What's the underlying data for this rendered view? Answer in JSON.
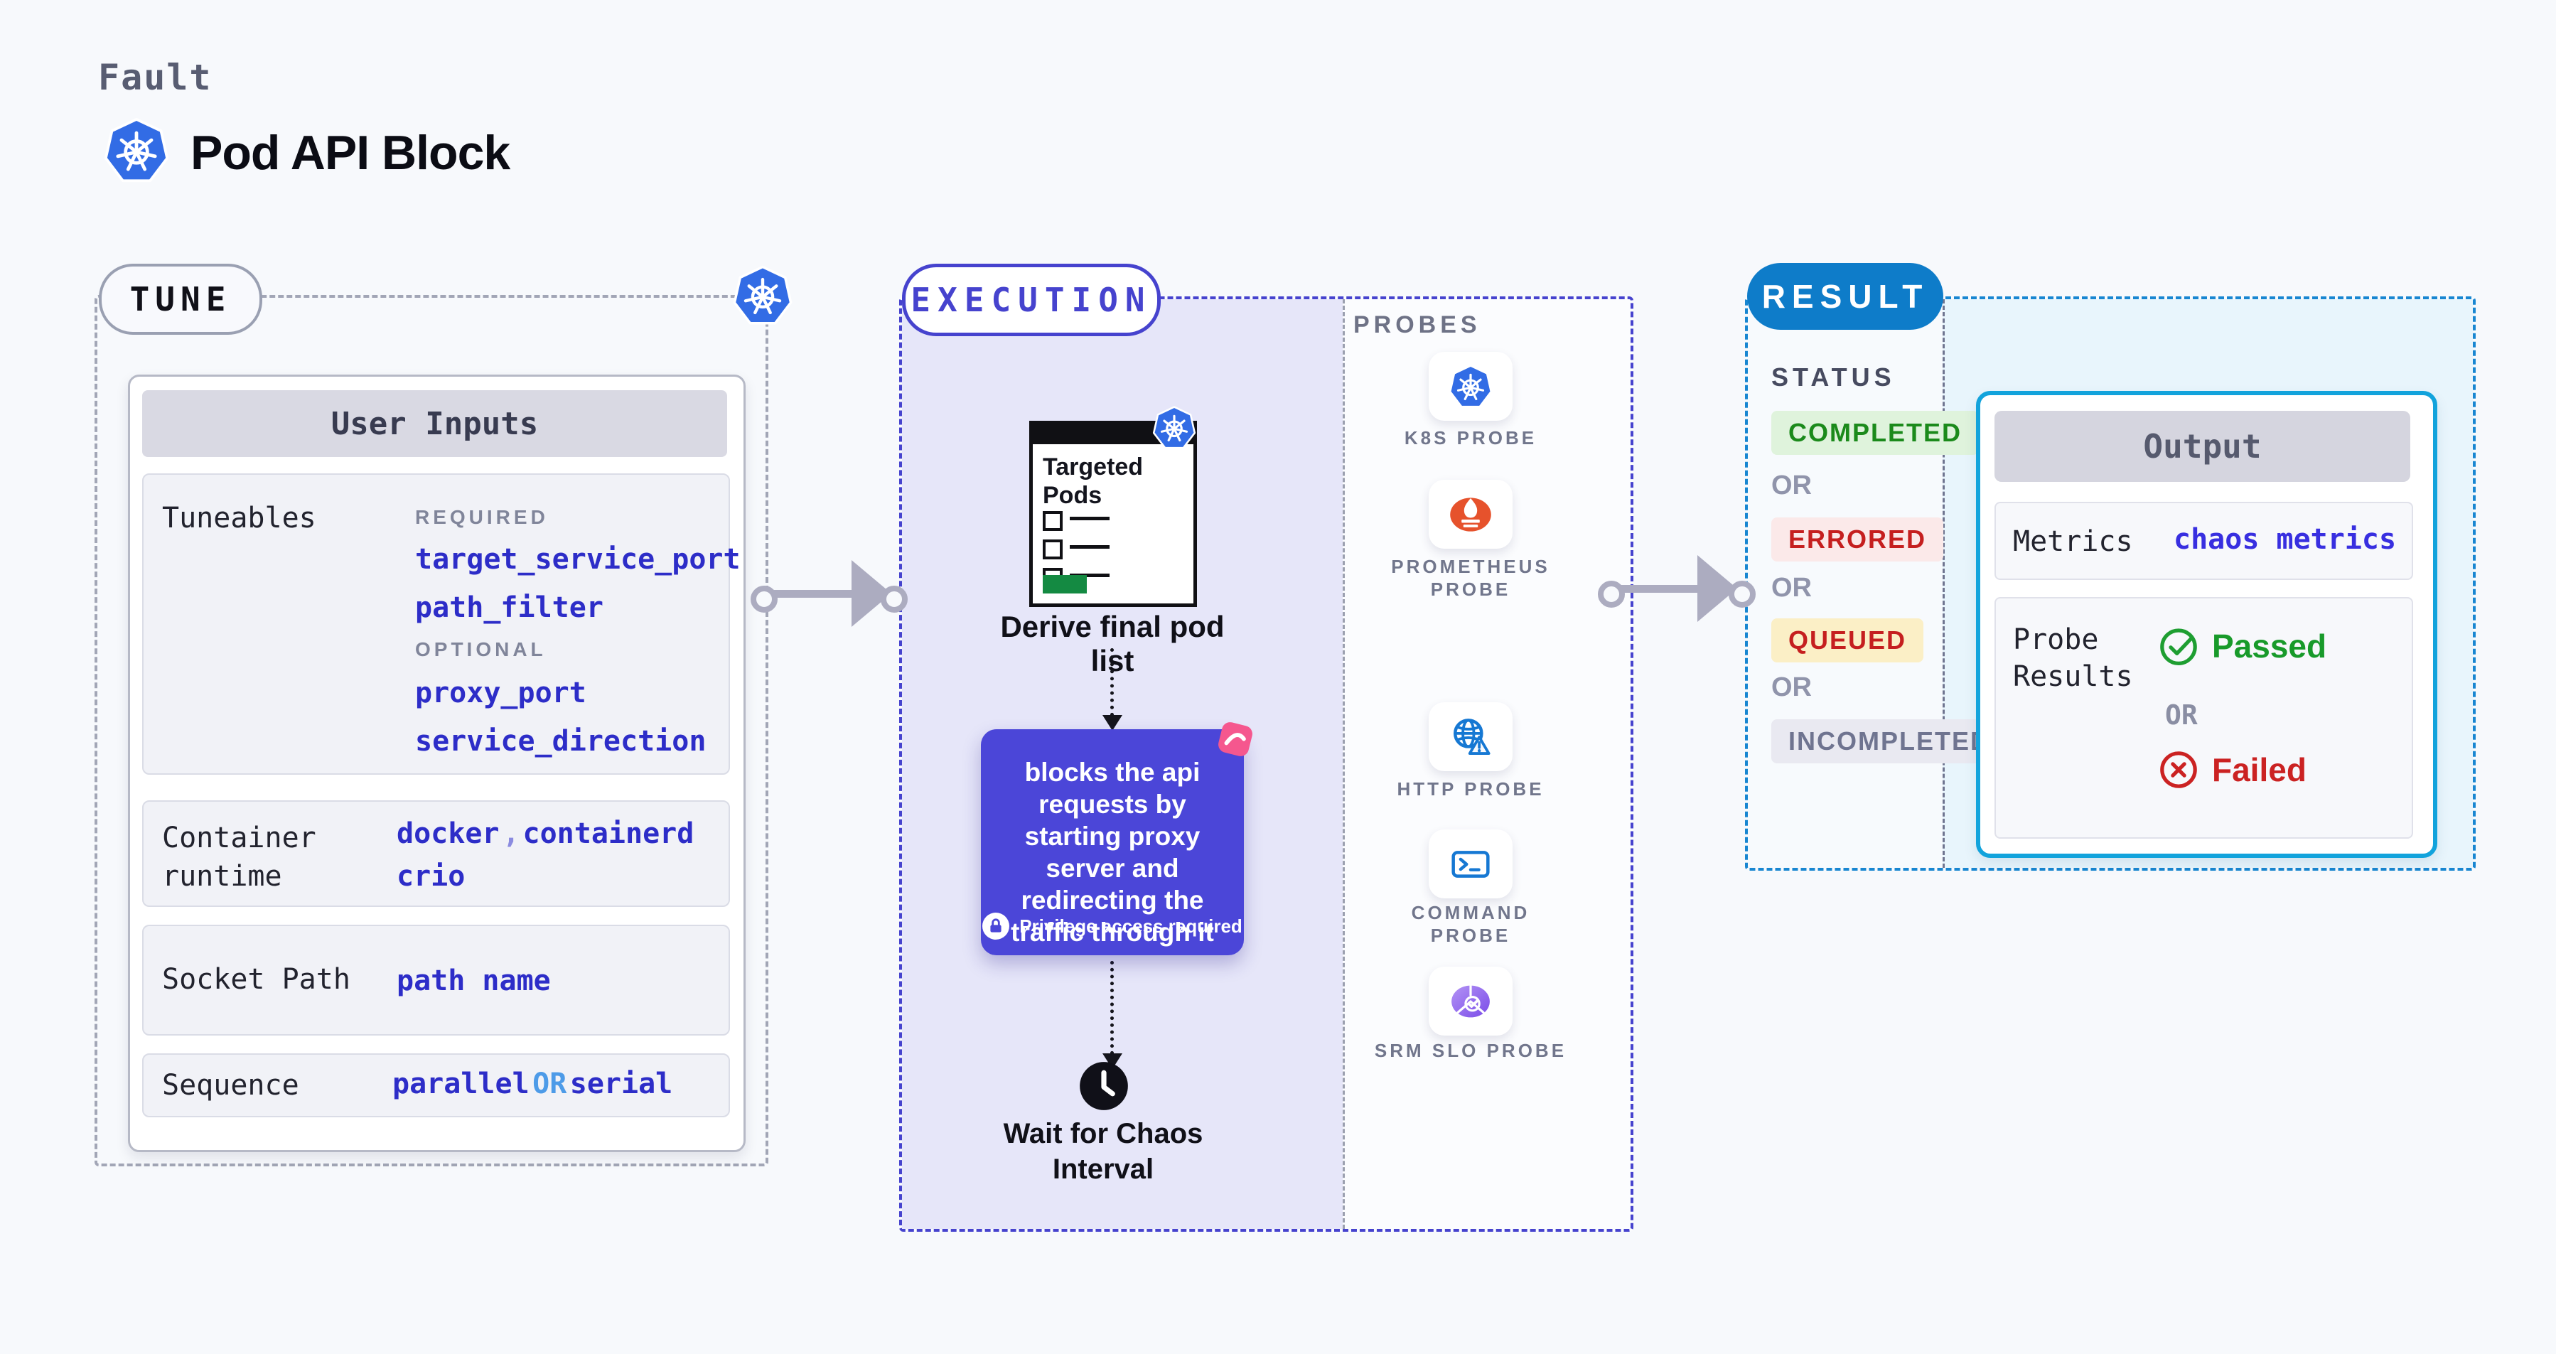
{
  "header": {
    "eyebrow": "Fault",
    "title": "Pod API Block"
  },
  "tune": {
    "pill": "TUNE",
    "panel_title": "User Inputs",
    "tuneables": {
      "label": "Tuneables",
      "required_label": "REQUIRED",
      "required": [
        "target_service_port",
        "path_filter"
      ],
      "optional_label": "OPTIONAL",
      "optional": [
        "proxy_port",
        "service_direction"
      ]
    },
    "container_runtime": {
      "label": "Container runtime",
      "values": [
        "docker",
        "containerd",
        "crio"
      ],
      "separator": ","
    },
    "socket_path": {
      "label": "Socket Path",
      "value": "path name"
    },
    "sequence": {
      "label": "Sequence",
      "value1": "parallel",
      "or": "OR",
      "value2": "serial"
    }
  },
  "execution": {
    "pill": "EXECUTION",
    "clipboard_title": "Targeted Pods",
    "derive_label": "Derive final pod list",
    "action_text": "blocks the api requests by starting proxy server and redirecting the traffic through it",
    "privilege_text": "Privilege access required",
    "wait_label": "Wait for Chaos Interval"
  },
  "probes": {
    "label": "PROBES",
    "items": [
      {
        "name": "K8S PROBE",
        "icon": "kubernetes-icon"
      },
      {
        "name": "PROMETHEUS PROBE",
        "icon": "prometheus-icon"
      },
      {
        "name": "HTTP PROBE",
        "icon": "http-globe-icon"
      },
      {
        "name": "COMMAND PROBE",
        "icon": "terminal-icon"
      },
      {
        "name": "SRM SLO PROBE",
        "icon": "slo-gauge-icon"
      }
    ]
  },
  "result": {
    "pill": "RESULT",
    "status_label": "STATUS",
    "or": "OR",
    "statuses": [
      {
        "label": "COMPLETED",
        "bg": "#DFF3DC",
        "color": "#1B8A1B"
      },
      {
        "label": "ERRORED",
        "bg": "#FBE9E9",
        "color": "#C51F1F"
      },
      {
        "label": "QUEUED",
        "bg": "#FBEFC6",
        "color": "#C51F1F"
      },
      {
        "label": "INCOMPLETED",
        "bg": "#E9E9F1",
        "color": "#6F7490"
      }
    ],
    "output": {
      "title": "Output",
      "metrics_label": "Metrics",
      "metrics_value": "chaos metrics",
      "probe_results_label": "Probe Results",
      "passed": "Passed",
      "or": "OR",
      "failed": "Failed"
    }
  },
  "colors": {
    "page_bg": "#F7F9FC",
    "kubernetes_blue": "#326CE5",
    "indigo_accent": "#4643CE",
    "lavender_bg": "#E6E6F9",
    "action_purple": "#4B46D8",
    "chaos_pink": "#F5578E",
    "result_blue": "#0E7CC9",
    "output_border_cyan": "#12A3DC",
    "output_bg_cyan": "#E8F5FC",
    "value_blue": "#2D2DC8",
    "or_light_blue": "#4D9BE8",
    "passed_green": "#189A2A",
    "failed_red": "#CB2222",
    "clipboard_green": "#148A42"
  }
}
